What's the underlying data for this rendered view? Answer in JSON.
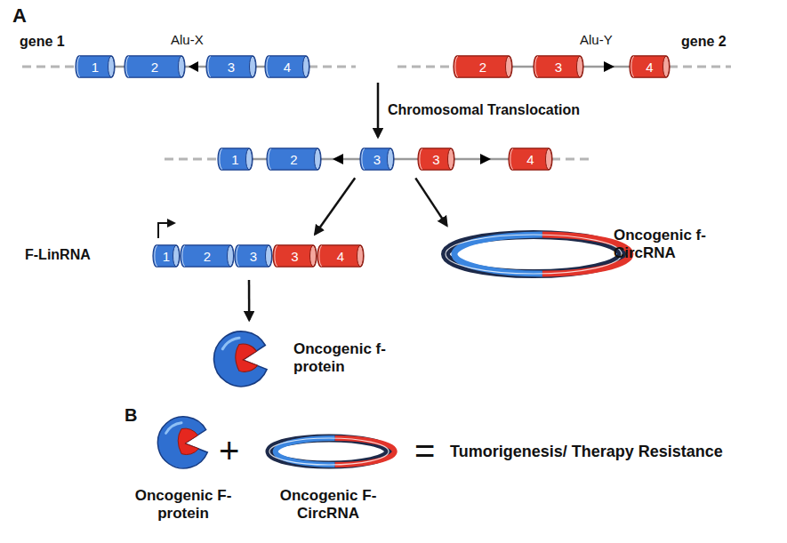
{
  "diagram": {
    "nodes": [
      {
        "text": [
          "1"
        ]
      },
      {
        "text": [
          "2"
        ]
      },
      {
        "text": [
          "3"
        ]
      },
      {
        "text": [
          "4"
        ]
      },
      {
        "text": [
          "2"
        ]
      },
      {
        "text": [
          "3"
        ]
      },
      {
        "text": [
          "4"
        ]
      },
      {
        "text": [
          "1"
        ]
      },
      {
        "text": [
          "2"
        ]
      },
      {
        "text": [
          "3"
        ]
      },
      {
        "text": [
          "3"
        ]
      },
      {
        "text": [
          "4"
        ]
      },
      {
        "text": [
          "1"
        ]
      },
      {
        "text": [
          "2"
        ]
      },
      {
        "text": [
          "3"
        ]
      },
      {
        "text": [
          "3"
        ]
      },
      {
        "text": [
          "4"
        ]
      },
      {
        "text": [
          "Oncogenic f-CircRNA"
        ]
      },
      {
        "text": [
          "Oncogenic f-protein"
        ]
      },
      {
        "text": [
          "Oncogenic F-protein"
        ]
      },
      {
        "text": [
          "Oncogenic F-CircRNA"
        ]
      }
    ],
    "edges": [
      {
        "from": 9,
        "to": 15,
        "arrow": "to"
      },
      {
        "from": 10,
        "to": 17,
        "arrow": "to"
      },
      {
        "from": 14,
        "to": 18,
        "arrow": "to"
      }
    ],
    "labels": [
      "A",
      "gene 1",
      "Alu-X",
      "Alu-Y",
      "gene 2",
      "Chromosomal Translocation",
      "F-LinRNA",
      "B",
      "+",
      "=",
      "Tumorigenesis/ Therapy Resistance"
    ]
  }
}
